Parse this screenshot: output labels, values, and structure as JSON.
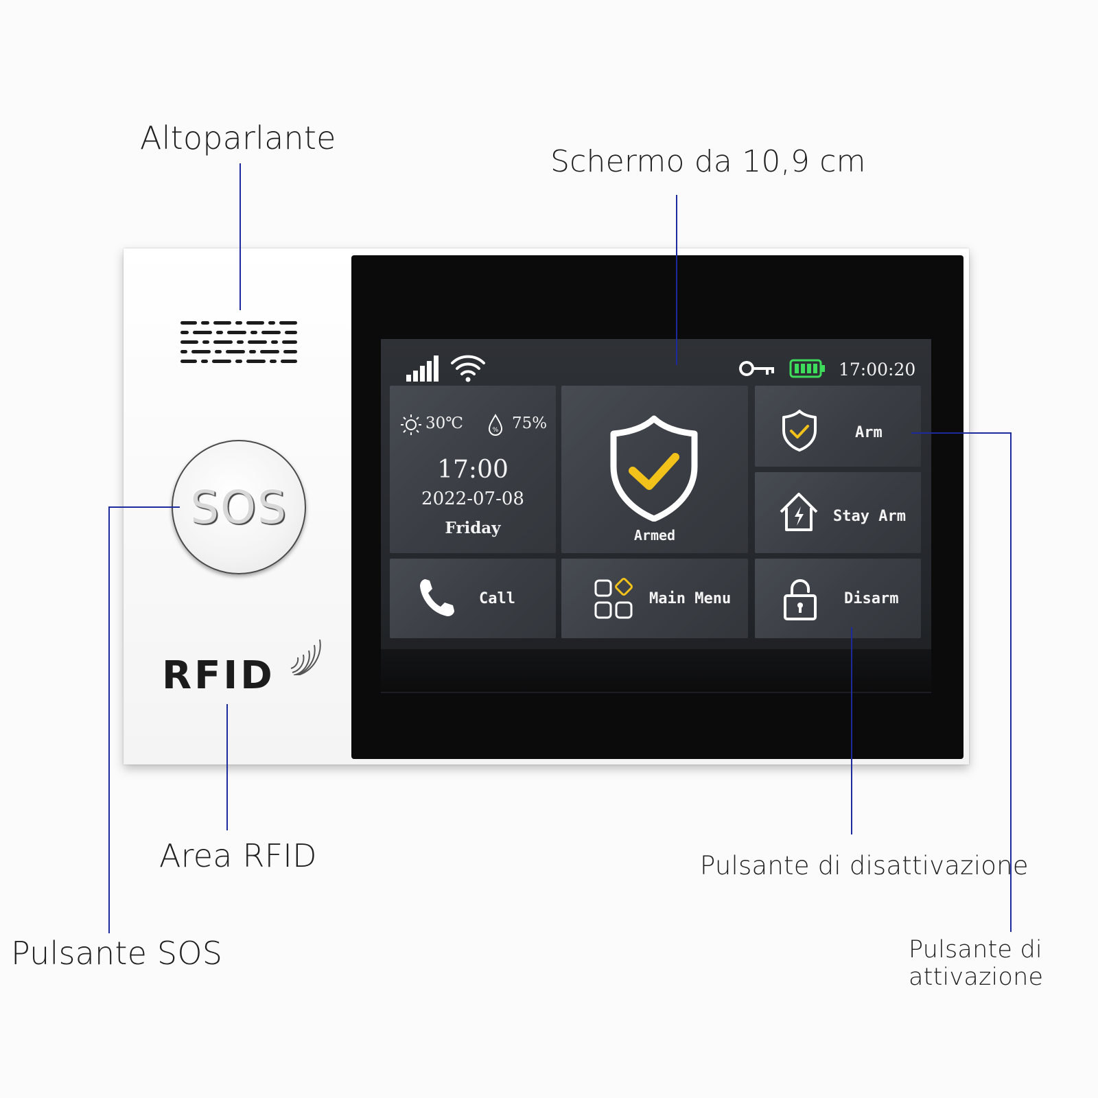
{
  "callouts": {
    "speaker": "Altoparlante",
    "screen": "Schermo da 10,9 cm",
    "rfid_area": "Area RFID",
    "sos_button": "Pulsante SOS",
    "disarm_button": "Pulsante di disattivazione",
    "arm_button_line1": "Pulsante di",
    "arm_button_line2": "attivazione"
  },
  "device": {
    "sos_label": "SOS",
    "rfid_label": "RFID"
  },
  "screen": {
    "status_bar": {
      "time": "17:00:20",
      "icons": [
        "signal-icon",
        "wifi-icon",
        "key-icon",
        "battery-icon"
      ],
      "battery_color": "#3ddc5a"
    },
    "weather": {
      "temperature": "30℃",
      "humidity": "75%"
    },
    "clock": {
      "time": "17:00",
      "date": "2022-07-08",
      "weekday": "Friday"
    },
    "status_tile": {
      "label": "Armed",
      "icon": "shield-check-icon",
      "check_color": "#f2c21b"
    },
    "buttons": {
      "arm": "Arm",
      "stay_arm": "Stay Arm",
      "call": "Call",
      "main_menu": "Main Menu",
      "disarm": "Disarm"
    }
  },
  "colors": {
    "callout_line": "#1d2a9c"
  }
}
